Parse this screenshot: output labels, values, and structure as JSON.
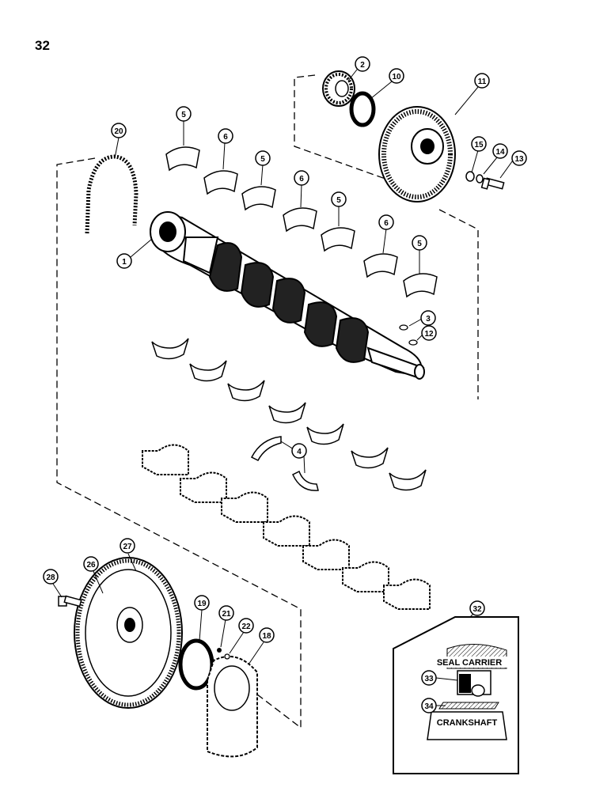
{
  "page": {
    "number": "32"
  },
  "callouts": {
    "c1": "1",
    "c2": "2",
    "c3": "3",
    "c4": "4",
    "c5a": "5",
    "c5b": "5",
    "c5c": "5",
    "c5d": "5",
    "c6a": "6",
    "c6b": "6",
    "c6c": "6",
    "c10": "10",
    "c11": "11",
    "c12": "12",
    "c13": "13",
    "c14": "14",
    "c15": "15",
    "c18": "18",
    "c19": "19",
    "c20": "20",
    "c21": "21",
    "c22": "22",
    "c26": "26",
    "c27": "27",
    "c28": "28",
    "c32": "32",
    "c33": "33",
    "c34": "34"
  },
  "inset": {
    "seal_carrier_label": "SEAL CARRIER",
    "crankshaft_label": "CRANKSHAFT"
  }
}
